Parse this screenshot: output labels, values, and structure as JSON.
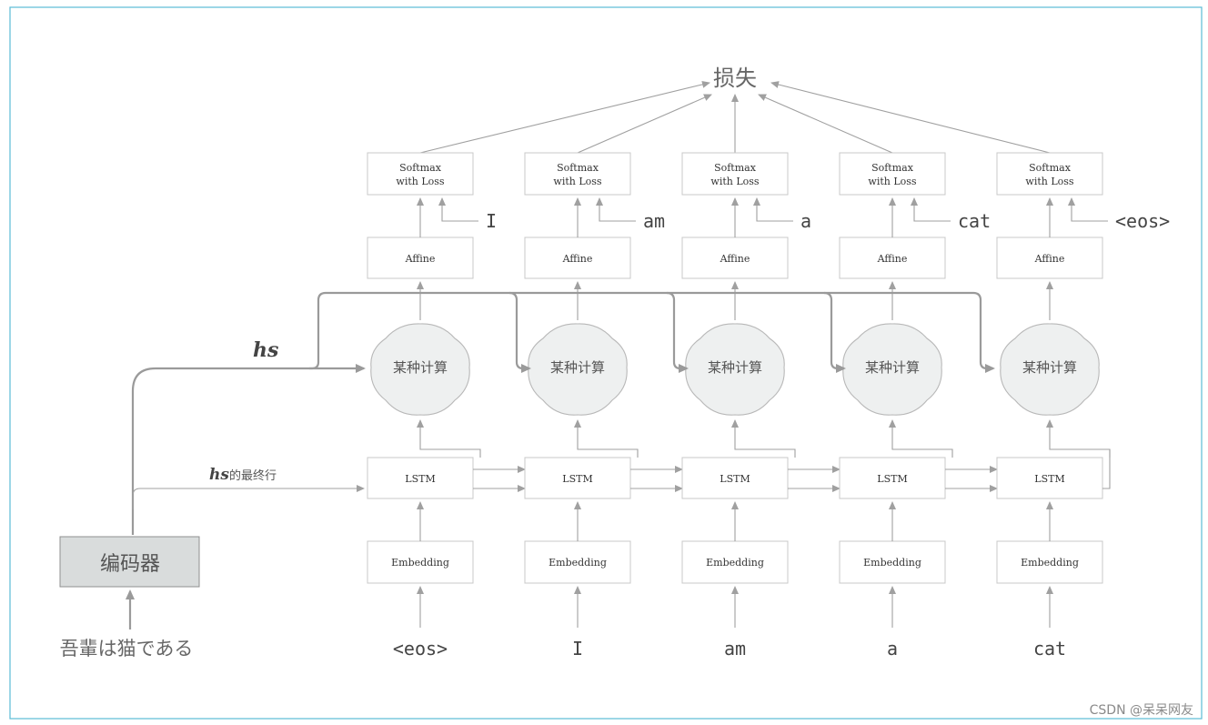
{
  "diagram": {
    "loss_label": "损失",
    "softmax_label_line1": "Softmax",
    "softmax_label_line2": "with Loss",
    "affine_label": "Affine",
    "compute_label": "某种计算",
    "lstm_label": "LSTM",
    "embedding_label": "Embedding",
    "encoder_label": "编码器",
    "source_sentence": "吾輩は猫である",
    "hs_label": "hs",
    "hs_last_row_prefix": "hs",
    "hs_last_row_suffix": "的最终行",
    "input_tokens": [
      "<eos>",
      "I",
      "am",
      "a",
      "cat"
    ],
    "target_tokens": [
      "I",
      "am",
      "a",
      "cat",
      "<eos>"
    ],
    "watermark": "CSDN @呆呆网友"
  },
  "colors": {
    "border": "#5bbcd6",
    "box_stroke": "#c8c8c8",
    "line": "#a0a0a0",
    "cloud_fill": "#eef0f0",
    "encoder_fill": "#d9dcdc"
  }
}
